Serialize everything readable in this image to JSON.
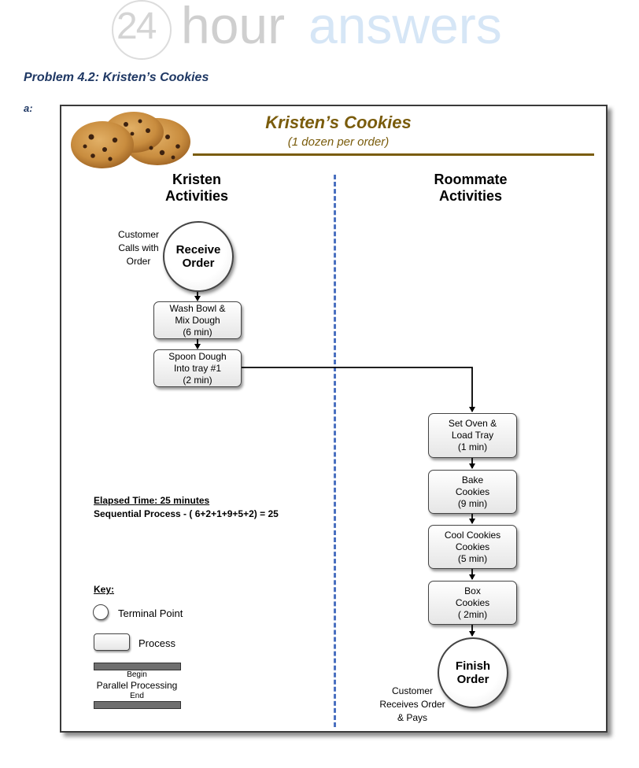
{
  "watermark": {
    "number": "24",
    "hour": "hour",
    "answers": "answers"
  },
  "problem_title": "Problem 4.2:  Kristen’s Cookies",
  "part_label": "a:",
  "diagram": {
    "title": "Kristen’s Cookies",
    "subtitle": "(1 dozen per order)",
    "columns": {
      "left": [
        "Kristen",
        "Activities"
      ],
      "right": [
        "Roommate",
        "Activities"
      ]
    },
    "start_note": [
      "Customer",
      "Calls with",
      "Order"
    ],
    "start_terminal": [
      "Receive",
      "Order"
    ],
    "kristen_steps": [
      [
        "Wash Bowl &",
        "Mix Dough",
        "(6 min)"
      ],
      [
        "Spoon Dough",
        "Into tray #1",
        "(2 min)"
      ]
    ],
    "roommate_steps": [
      [
        "Set Oven &",
        "Load Tray",
        "(1 min)"
      ],
      [
        "Bake",
        "Cookies",
        "(9 min)"
      ],
      [
        "Cool Cookies",
        "Cookies",
        "(5 min)"
      ],
      [
        "Box",
        "Cookies",
        "( 2min)"
      ]
    ],
    "end_terminal": [
      "Finish",
      "Order"
    ],
    "end_note": [
      "Customer",
      "Receives Order",
      "& Pays"
    ],
    "elapsed_time": "Elapsed Time:  25 minutes",
    "sequential_process": "Sequential Process -  ( 6+2+1+9+5+2) = 25",
    "key": {
      "label": "Key:",
      "terminal": "Terminal Point",
      "process": "Process",
      "begin": "Begin",
      "parallel": "Parallel Processing",
      "end": "End"
    }
  },
  "colors": {
    "title": "#7a5c0c",
    "problem": "#1f3864",
    "divider": "#4a70c0"
  }
}
